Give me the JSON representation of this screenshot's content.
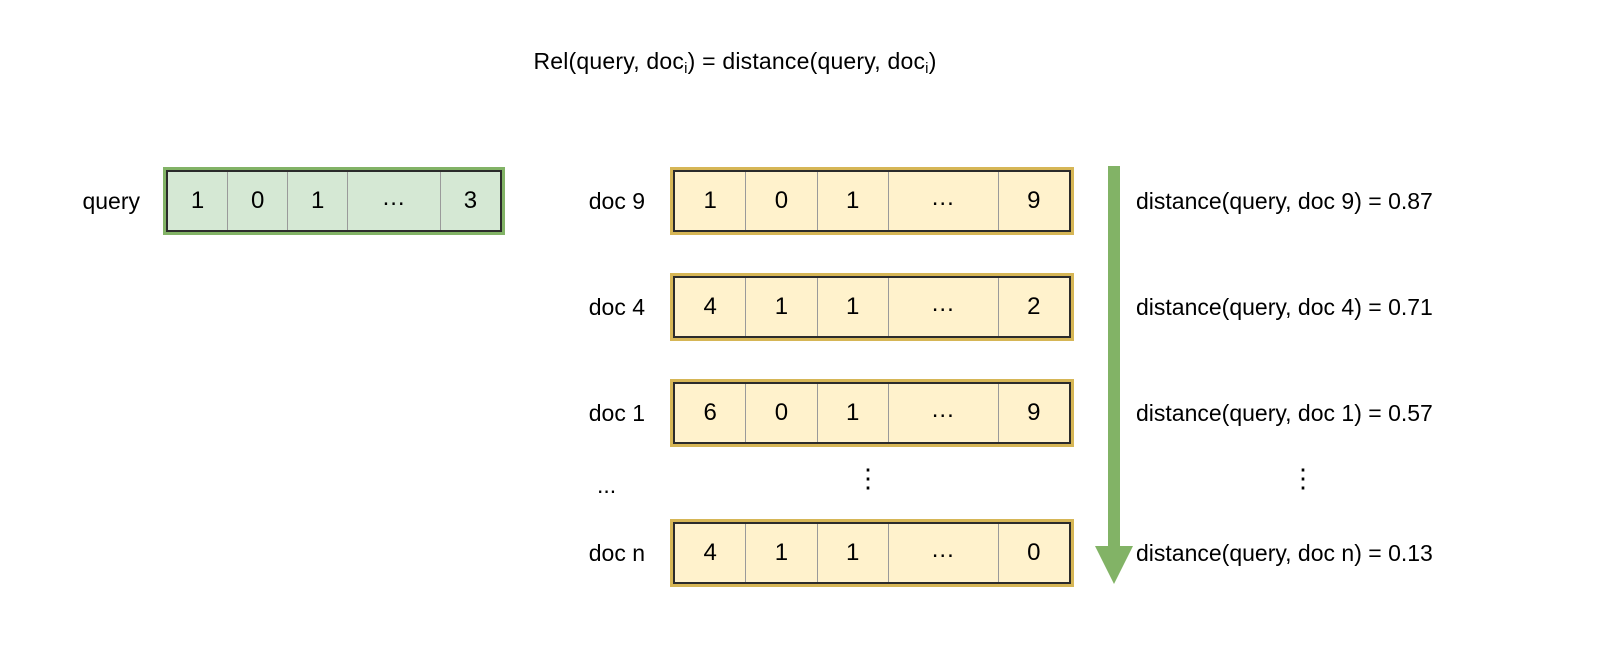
{
  "diagram": {
    "title_prefix": "Rel(query, doc",
    "title_sub1": "i",
    "title_mid": ") = distance(query, doc",
    "title_sub2": "i",
    "title_suffix": ")",
    "title_full": "Rel(query, doc_i) = distance(query, doc_i)"
  },
  "query": {
    "label": "query",
    "cells": [
      "1",
      "0",
      "1",
      "...",
      "3"
    ],
    "fill_color": "#d5e8d4",
    "border_color": "#82b366"
  },
  "docs": {
    "fill_color": "#fff2cc",
    "border_color": "#d6b656",
    "rows": [
      {
        "label": "doc 9",
        "cells": [
          "1",
          "0",
          "1",
          "...",
          "9"
        ],
        "distance": "distance(query, doc 9) = 0.87"
      },
      {
        "label": "doc 4",
        "cells": [
          "4",
          "1",
          "1",
          "...",
          "2"
        ],
        "distance": "distance(query, doc 4) = 0.71"
      },
      {
        "label": "doc 1",
        "cells": [
          "6",
          "0",
          "1",
          "...",
          "9"
        ],
        "distance": "distance(query, doc 1) = 0.57"
      },
      {
        "label": "doc n",
        "cells": [
          "4",
          "1",
          "1",
          "...",
          "0"
        ],
        "distance": "distance(query, doc n) = 0.13"
      }
    ],
    "ellipsis_row": {
      "label": "...",
      "vector_mark": "⋮",
      "distance_mark": "⋮"
    }
  },
  "arrow": {
    "name": "ranking-direction-arrow",
    "color": "#82b366",
    "direction": "down"
  }
}
